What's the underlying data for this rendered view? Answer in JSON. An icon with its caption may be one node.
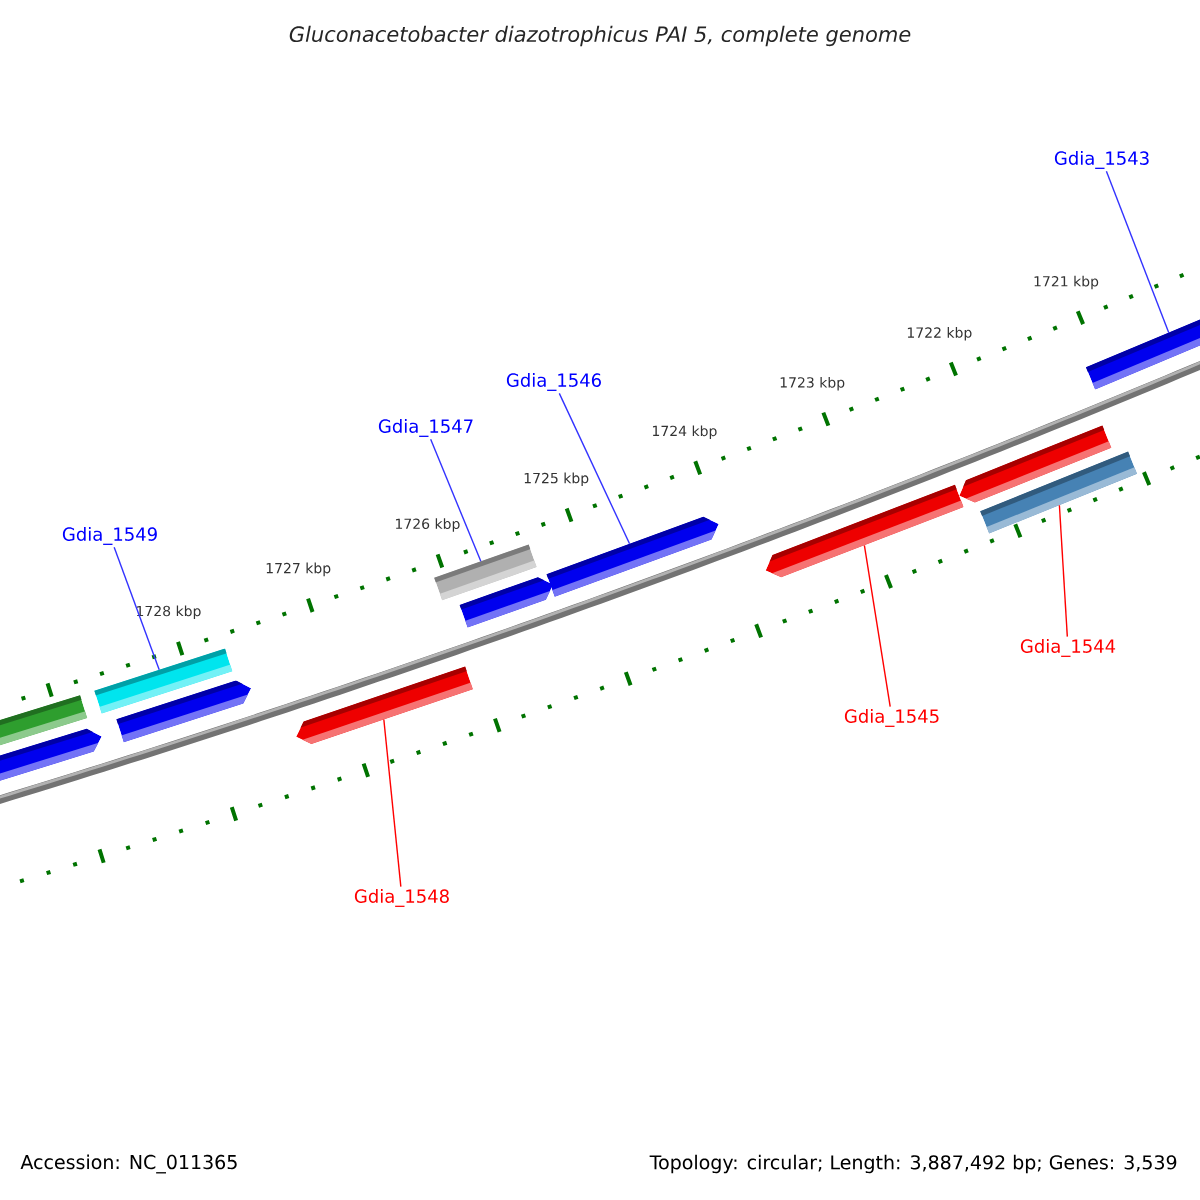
{
  "diagram": {
    "title": "Gluconacetobacter diazotrophicus PAI 5, complete genome",
    "nodes": [
      {
        "text": [
          "Gdia_1543"
        ]
      },
      {
        "text": [
          "Gdia_1546"
        ]
      },
      {
        "text": [
          "Gdia_1547"
        ]
      },
      {
        "text": [
          "Gdia_1549"
        ]
      },
      {
        "text": [
          "Gdia_1544"
        ]
      },
      {
        "text": [
          "Gdia_1545"
        ]
      },
      {
        "text": [
          "Gdia_1548"
        ]
      },
      {
        "text": [],
        "shape": "bar"
      },
      {
        "text": [],
        "shape": "bar"
      },
      {
        "text": [],
        "shape": "bar"
      },
      {
        "text": [],
        "shape": "bar"
      },
      {
        "text": [],
        "shape": "bar"
      },
      {
        "text": [],
        "shape": "bar"
      },
      {
        "text": [],
        "shape": "bar"
      },
      {
        "text": [],
        "shape": "bar"
      },
      {
        "text": [],
        "shape": "bar"
      },
      {
        "text": [],
        "shape": "bar"
      },
      {
        "text": [],
        "shape": "bar"
      },
      {
        "text": [],
        "shape": "bar"
      }
    ],
    "edges": [
      {
        "from": 0,
        "to": 18,
        "arrow": "none"
      },
      {
        "from": 1,
        "to": 14,
        "arrow": "none"
      },
      {
        "from": 2,
        "to": 12,
        "arrow": "none"
      },
      {
        "from": 3,
        "to": 9,
        "arrow": "none"
      },
      {
        "from": 4,
        "to": 17,
        "arrow": "none",
        "color": "#ff0000"
      },
      {
        "from": 5,
        "to": 15,
        "arrow": "none",
        "color": "#ff0000"
      },
      {
        "from": 6,
        "to": 11,
        "arrow": "none",
        "color": "#ff0000"
      }
    ],
    "labels": [
      "1721 kbp",
      "1722 kbp",
      "1723 kbp",
      "1724 kbp",
      "1725 kbp",
      "1726 kbp",
      "1727 kbp",
      "1728 kbp",
      "Accession: NC_011365",
      "Topology: circular; Length: 3,887,492 bp; Genes: 3,539"
    ]
  }
}
